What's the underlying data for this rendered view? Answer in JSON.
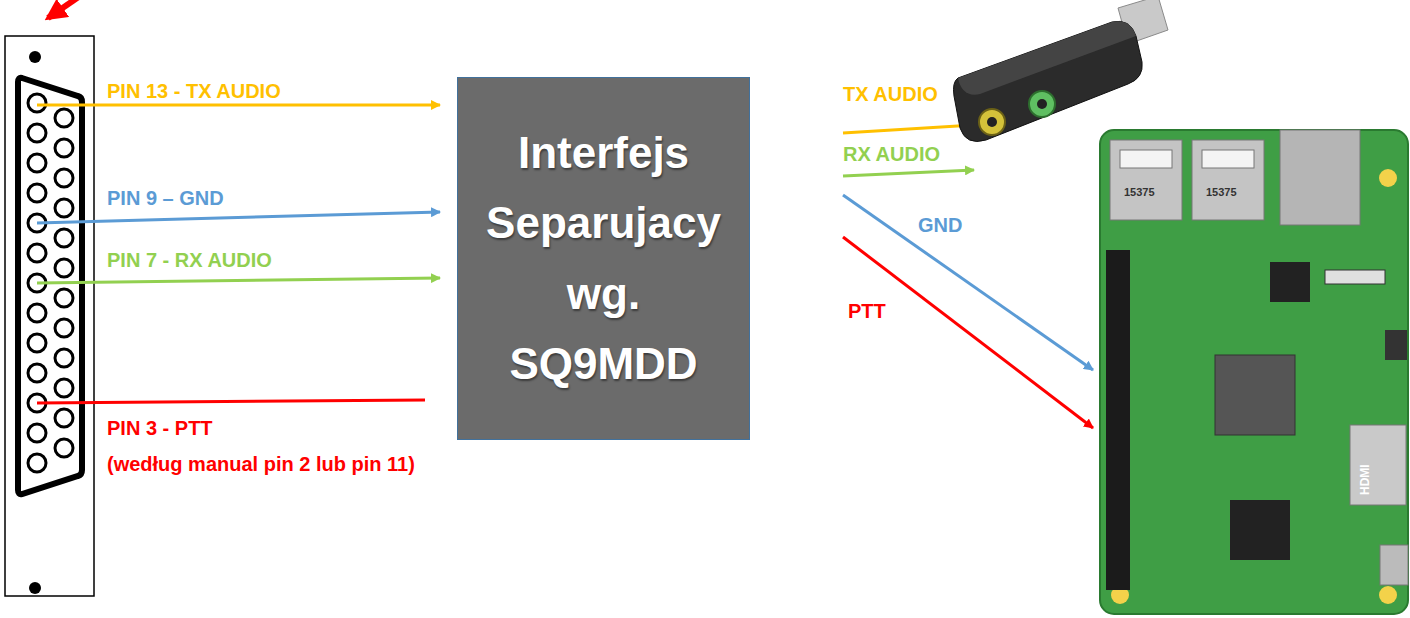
{
  "diagram": {
    "nodes": [
      {
        "text": [
          "Interfejs Separujacy wg. SQ9MDD"
        ]
      }
    ],
    "labels": [
      "PIN 13 - TX AUDIO",
      "PIN 9 – GND",
      "PIN 7 - RX AUDIO",
      "PIN 3 - PTT",
      "(według manual pin 2 lub pin 11)",
      "TX AUDIO",
      "RX AUDIO",
      "GND",
      "PTT",
      "15375",
      "15375",
      "HDMI"
    ]
  }
}
